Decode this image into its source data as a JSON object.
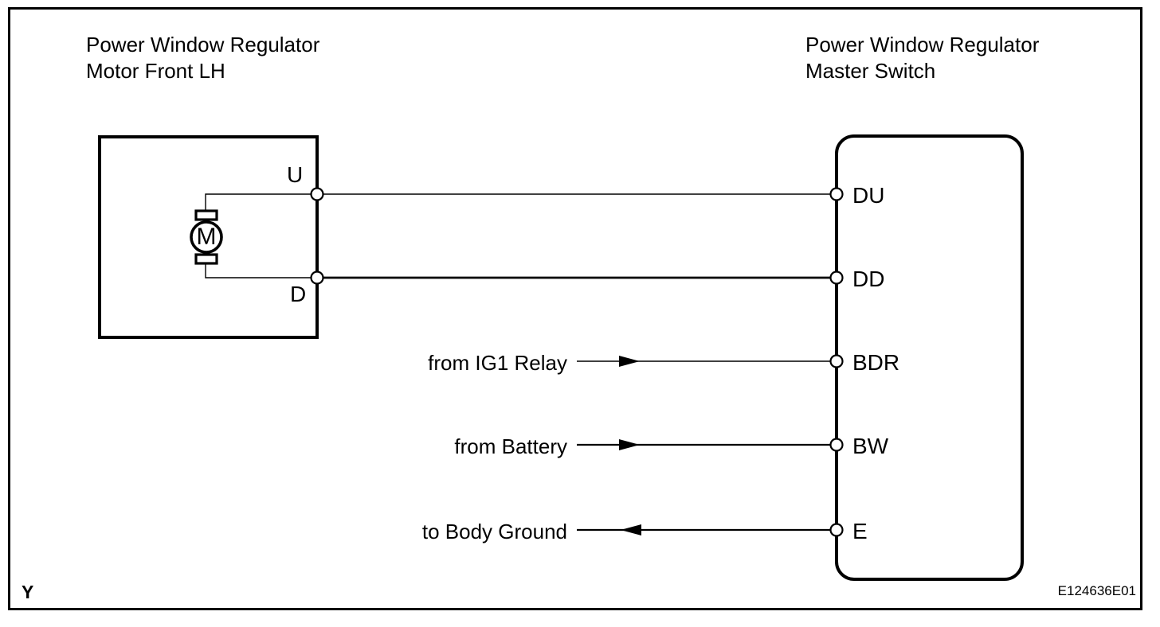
{
  "colors": {
    "line": "#000000",
    "background": "#ffffff"
  },
  "diagram": {
    "left_component": {
      "title": "Power Window Regulator\nMotor Front LH",
      "motor_letter": "M",
      "terminals": [
        "U",
        "D"
      ]
    },
    "right_component": {
      "title": "Power Window Regulator\nMaster Switch",
      "terminals": [
        "DU",
        "DD",
        "BDR",
        "BW",
        "E"
      ]
    },
    "annotations": [
      "from IG1 Relay",
      "from Battery",
      "to Body Ground"
    ],
    "footer": {
      "section_marker": "Y",
      "figure_code": "E124636E01"
    }
  }
}
